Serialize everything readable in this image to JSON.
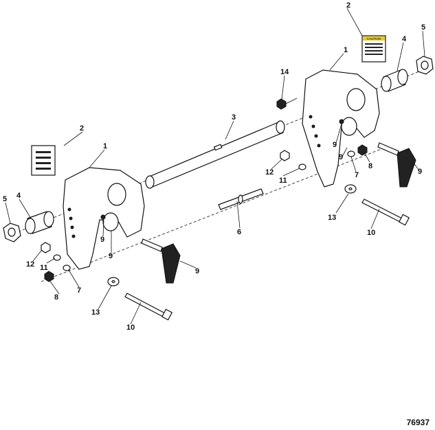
{
  "callouts": [
    {
      "id": "c1",
      "text": "2"
    },
    {
      "id": "c2",
      "text": "5"
    },
    {
      "id": "c3",
      "text": "1"
    },
    {
      "id": "c4",
      "text": "4"
    },
    {
      "id": "c5",
      "text": "14"
    },
    {
      "id": "c6",
      "text": "3"
    },
    {
      "id": "c7",
      "text": "2"
    },
    {
      "id": "c8",
      "text": "1"
    },
    {
      "id": "c9",
      "text": "9"
    },
    {
      "id": "c10",
      "text": "9"
    },
    {
      "id": "c11",
      "text": "8"
    },
    {
      "id": "c12",
      "text": "12"
    },
    {
      "id": "c13",
      "text": "7"
    },
    {
      "id": "c14",
      "text": "11"
    },
    {
      "id": "c15",
      "text": "9"
    },
    {
      "id": "c16",
      "text": "5"
    },
    {
      "id": "c17",
      "text": "4"
    },
    {
      "id": "c18",
      "text": "13"
    },
    {
      "id": "c19",
      "text": "6"
    },
    {
      "id": "c20",
      "text": "10"
    },
    {
      "id": "c21",
      "text": "9"
    },
    {
      "id": "c22",
      "text": "9"
    },
    {
      "id": "c23",
      "text": "12"
    },
    {
      "id": "c24",
      "text": "11"
    },
    {
      "id": "c25",
      "text": "9"
    },
    {
      "id": "c26",
      "text": "8"
    },
    {
      "id": "c27",
      "text": "7"
    },
    {
      "id": "c28",
      "text": "13"
    },
    {
      "id": "c29",
      "text": "10"
    }
  ],
  "reference_number": "76937",
  "decal_title": "CAUTION",
  "icons": [
    "bracket-left",
    "bracket-right",
    "tube",
    "pin",
    "bushing",
    "nut",
    "washer",
    "bolt",
    "lever",
    "decal"
  ]
}
